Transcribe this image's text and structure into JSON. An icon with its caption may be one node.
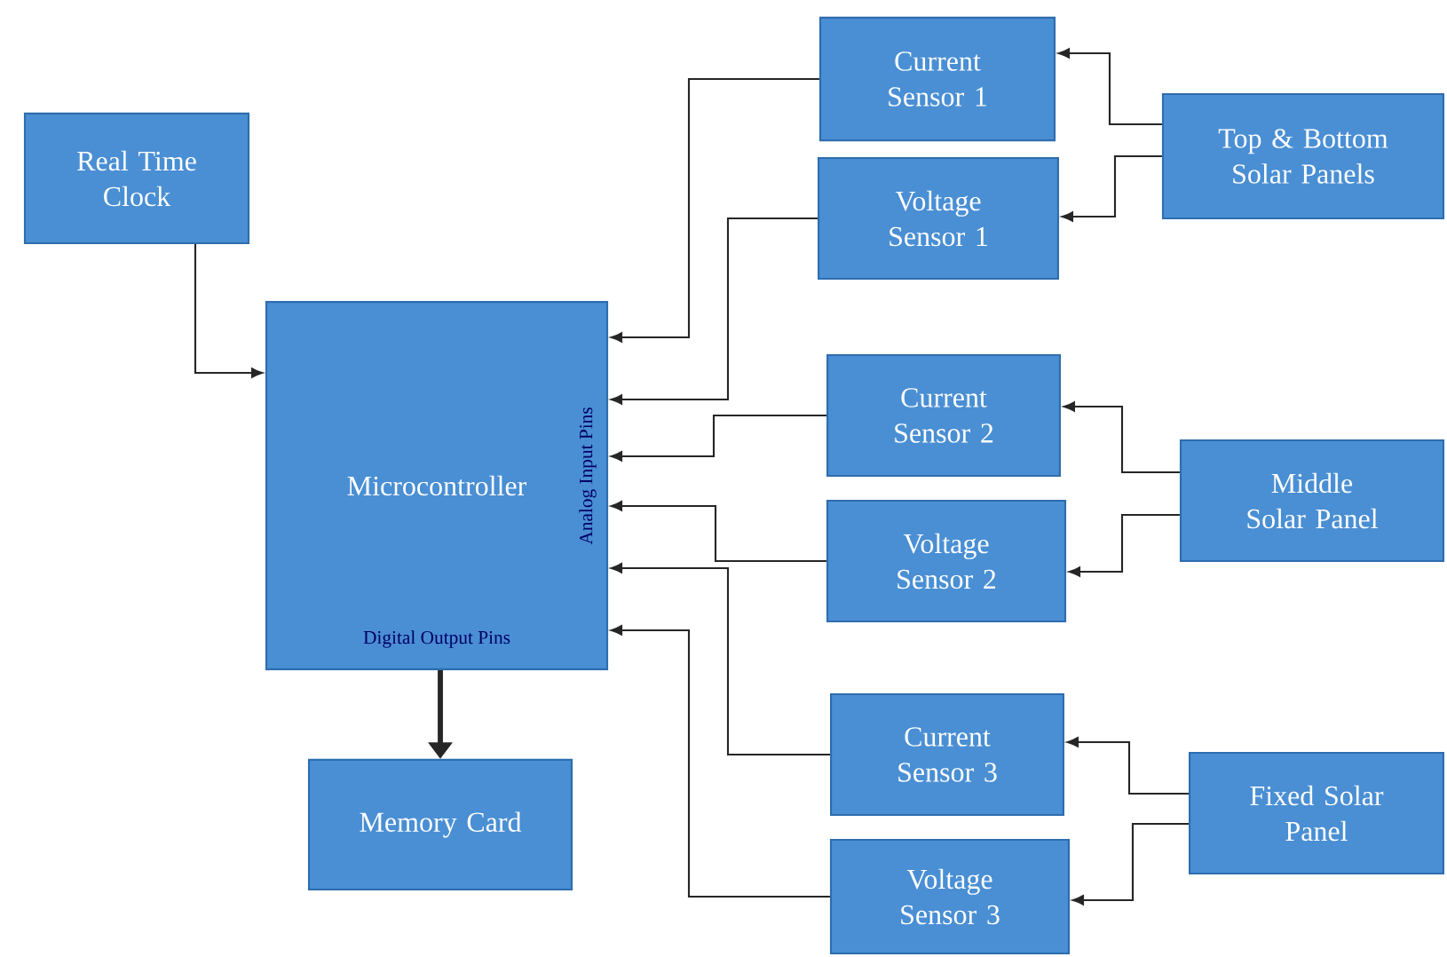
{
  "diagram": {
    "nodes": [
      {
        "text": [
          "Real Time Clock"
        ]
      },
      {
        "text": [
          "Microcontroller",
          "Analog Input Pins",
          "Digital Output Pins"
        ]
      },
      {
        "text": [
          "Memory Card"
        ]
      },
      {
        "text": [
          "Current Sensor 1"
        ]
      },
      {
        "text": [
          "Voltage Sensor 1"
        ]
      },
      {
        "text": [
          "Current Sensor 2"
        ]
      },
      {
        "text": [
          "Voltage Sensor 2"
        ]
      },
      {
        "text": [
          "Current Sensor 3"
        ]
      },
      {
        "text": [
          "Voltage Sensor 3"
        ]
      },
      {
        "text": [
          "Top & Bottom Solar Panels"
        ]
      },
      {
        "text": [
          "Middle Solar Panel"
        ]
      },
      {
        "text": [
          "Fixed Solar Panel"
        ]
      }
    ],
    "edges": [
      {
        "from": 0,
        "to": 1,
        "arrow": "to"
      },
      {
        "from": 1,
        "to": 2,
        "arrow": "to",
        "style": "thick"
      },
      {
        "from": 3,
        "to": 1,
        "arrow": "to"
      },
      {
        "from": 4,
        "to": 1,
        "arrow": "to"
      },
      {
        "from": 5,
        "to": 1,
        "arrow": "to"
      },
      {
        "from": 6,
        "to": 1,
        "arrow": "to"
      },
      {
        "from": 7,
        "to": 1,
        "arrow": "to"
      },
      {
        "from": 8,
        "to": 1,
        "arrow": "to"
      },
      {
        "from": 9,
        "to": 3,
        "arrow": "to"
      },
      {
        "from": 9,
        "to": 4,
        "arrow": "to"
      },
      {
        "from": 10,
        "to": 5,
        "arrow": "to"
      },
      {
        "from": 10,
        "to": 6,
        "arrow": "to"
      },
      {
        "from": 11,
        "to": 7,
        "arrow": "to"
      },
      {
        "from": 11,
        "to": 8,
        "arrow": "to"
      }
    ]
  }
}
